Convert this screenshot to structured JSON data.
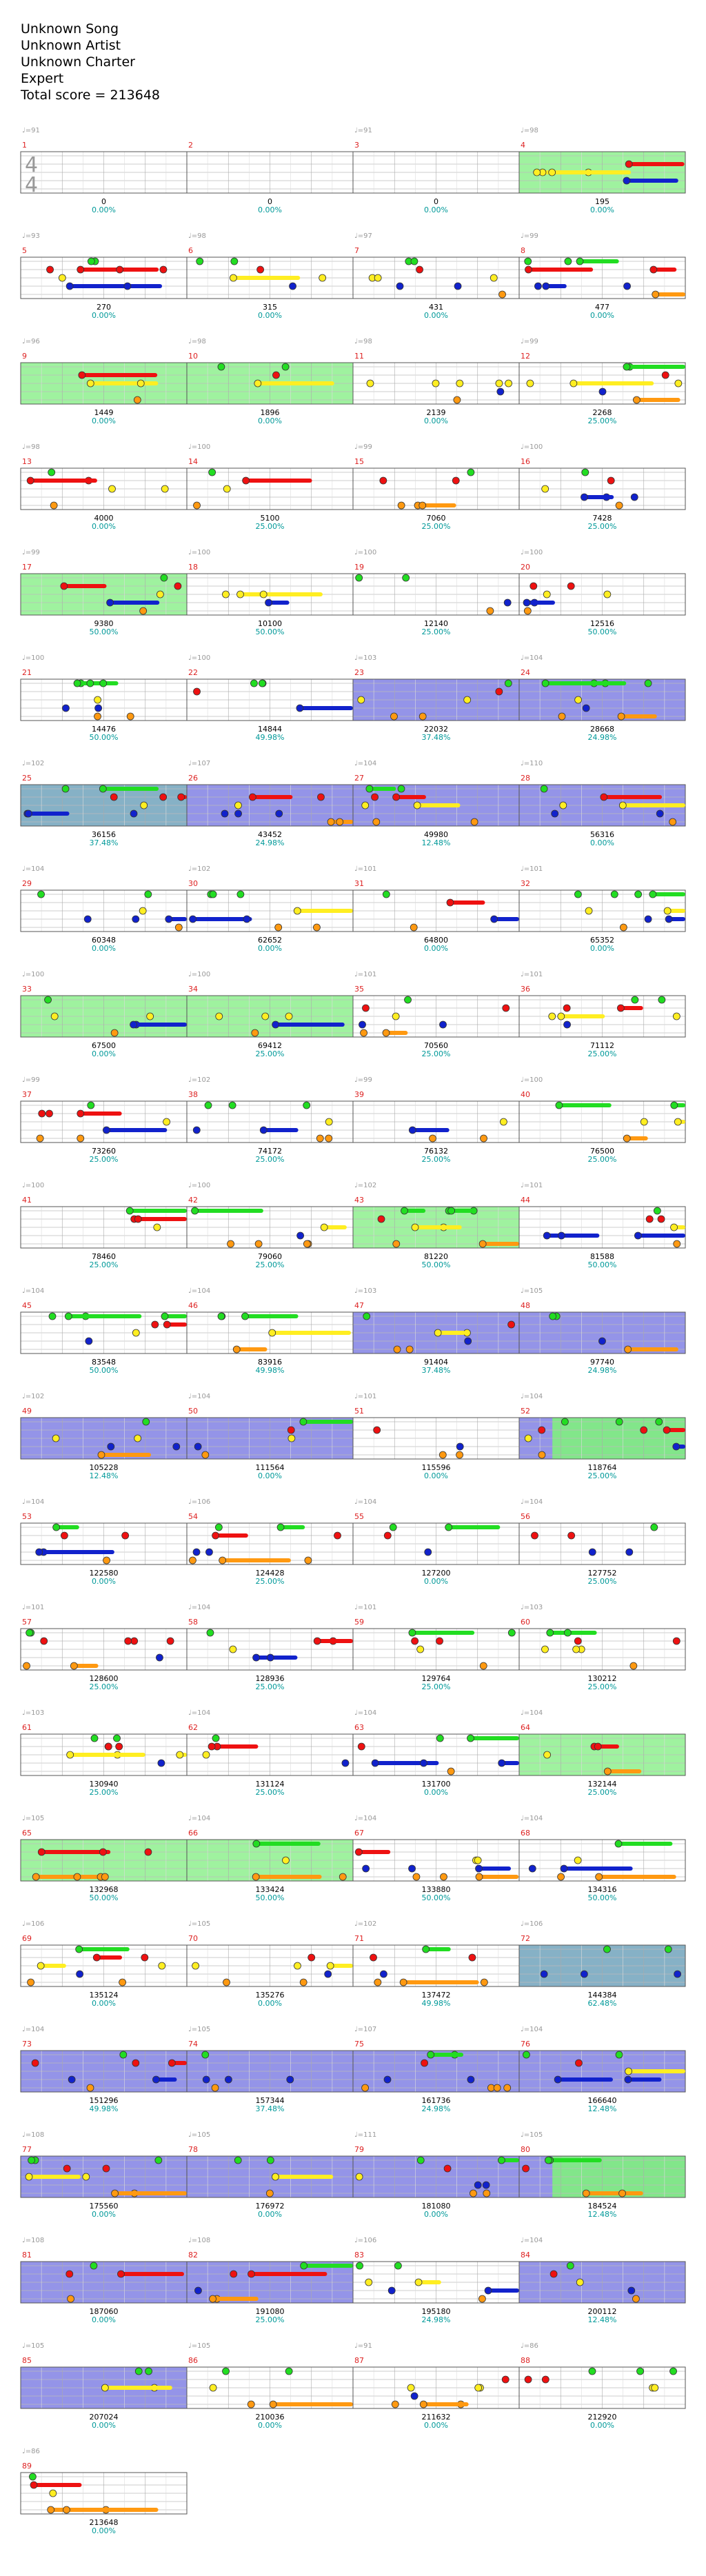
{
  "song": {
    "title": "Unknown Song",
    "artist": "Unknown Artist",
    "charter": "Unknown Charter",
    "difficulty": "Expert",
    "total_score": "Total score = 213648"
  },
  "time_signature": {
    "top": "4",
    "bottom": "4"
  },
  "colors": {
    "green": "#22dd22",
    "red": "#ee1111",
    "yellow": "#ffee22",
    "blue": "#1122cc",
    "orange": "#ff9911",
    "star_power": "#7fee7f",
    "solo": "#7070e0",
    "unison": "#5d97b3",
    "measure_label": "#dd2222",
    "score": "#000000",
    "percent": "#009999",
    "tempo": "#999999"
  },
  "measures": [
    {
      "n": "1",
      "score": "0",
      "pct": "0.00%",
      "tempo": "♩=91",
      "section": ""
    },
    {
      "n": "2",
      "score": "0",
      "pct": "0.00%",
      "tempo": "",
      "section": ""
    },
    {
      "n": "3",
      "score": "0",
      "pct": "0.00%",
      "tempo": "♩=91",
      "section": ""
    },
    {
      "n": "4",
      "score": "195",
      "pct": "0.00%",
      "tempo": "♩=98",
      "section": "star"
    },
    {
      "n": "5",
      "score": "270",
      "pct": "0.00%",
      "tempo": "♩=93",
      "section": ""
    },
    {
      "n": "6",
      "score": "315",
      "pct": "0.00%",
      "tempo": "♩=98",
      "section": ""
    },
    {
      "n": "7",
      "score": "431",
      "pct": "0.00%",
      "tempo": "♩=97",
      "section": ""
    },
    {
      "n": "8",
      "score": "477",
      "pct": "0.00%",
      "tempo": "♩=99",
      "section": ""
    },
    {
      "n": "9",
      "score": "1449",
      "pct": "0.00%",
      "tempo": "♩=96",
      "section": "star"
    },
    {
      "n": "10",
      "score": "1896",
      "pct": "0.00%",
      "tempo": "♩=98",
      "section": "star"
    },
    {
      "n": "11",
      "score": "2139",
      "pct": "0.00%",
      "tempo": "♩=98",
      "section": ""
    },
    {
      "n": "12",
      "score": "2268",
      "pct": "25.00%",
      "tempo": "♩=99",
      "section": ""
    },
    {
      "n": "13",
      "score": "4000",
      "pct": "0.00%",
      "tempo": "♩=98",
      "section": ""
    },
    {
      "n": "14",
      "score": "5100",
      "pct": "25.00%",
      "tempo": "♩=100",
      "section": ""
    },
    {
      "n": "15",
      "score": "7060",
      "pct": "25.00%",
      "tempo": "♩=99",
      "section": ""
    },
    {
      "n": "16",
      "score": "7428",
      "pct": "25.00%",
      "tempo": "♩=100",
      "section": ""
    },
    {
      "n": "17",
      "score": "9380",
      "pct": "50.00%",
      "tempo": "♩=99",
      "section": "star"
    },
    {
      "n": "18",
      "score": "10100",
      "pct": "50.00%",
      "tempo": "♩=100",
      "section": ""
    },
    {
      "n": "19",
      "score": "12140",
      "pct": "25.00%",
      "tempo": "♩=100",
      "section": ""
    },
    {
      "n": "20",
      "score": "12516",
      "pct": "50.00%",
      "tempo": "♩=100",
      "section": ""
    },
    {
      "n": "21",
      "score": "14476",
      "pct": "50.00%",
      "tempo": "♩=100",
      "section": ""
    },
    {
      "n": "22",
      "score": "14844",
      "pct": "49.98%",
      "tempo": "♩=100",
      "section": ""
    },
    {
      "n": "23",
      "score": "22032",
      "pct": "37.48%",
      "tempo": "♩=103",
      "section": "solo"
    },
    {
      "n": "24",
      "score": "28668",
      "pct": "24.98%",
      "tempo": "♩=104",
      "section": "solo"
    },
    {
      "n": "25",
      "score": "36156",
      "pct": "37.48%",
      "tempo": "♩=102",
      "section": "unison"
    },
    {
      "n": "26",
      "score": "43452",
      "pct": "24.98%",
      "tempo": "♩=107",
      "section": "solo"
    },
    {
      "n": "27",
      "score": "49980",
      "pct": "12.48%",
      "tempo": "♩=104",
      "section": "solo"
    },
    {
      "n": "28",
      "score": "56316",
      "pct": "0.00%",
      "tempo": "♩=110",
      "section": "solo"
    },
    {
      "n": "29",
      "score": "60348",
      "pct": "0.00%",
      "tempo": "♩=104",
      "section": ""
    },
    {
      "n": "30",
      "score": "62652",
      "pct": "0.00%",
      "tempo": "♩=102",
      "section": ""
    },
    {
      "n": "31",
      "score": "64800",
      "pct": "0.00%",
      "tempo": "♩=101",
      "section": ""
    },
    {
      "n": "32",
      "score": "65352",
      "pct": "0.00%",
      "tempo": "♩=101",
      "section": ""
    },
    {
      "n": "33",
      "score": "67500",
      "pct": "0.00%",
      "tempo": "♩=100",
      "section": "star"
    },
    {
      "n": "34",
      "score": "69412",
      "pct": "25.00%",
      "tempo": "♩=100",
      "section": "star"
    },
    {
      "n": "35",
      "score": "70560",
      "pct": "25.00%",
      "tempo": "♩=101",
      "section": ""
    },
    {
      "n": "36",
      "score": "71112",
      "pct": "25.00%",
      "tempo": "♩=101",
      "section": ""
    },
    {
      "n": "37",
      "score": "73260",
      "pct": "25.00%",
      "tempo": "♩=99",
      "section": ""
    },
    {
      "n": "38",
      "score": "74172",
      "pct": "25.00%",
      "tempo": "♩=102",
      "section": ""
    },
    {
      "n": "39",
      "score": "76132",
      "pct": "25.00%",
      "tempo": "♩=99",
      "section": ""
    },
    {
      "n": "40",
      "score": "76500",
      "pct": "25.00%",
      "tempo": "♩=100",
      "section": ""
    },
    {
      "n": "41",
      "score": "78460",
      "pct": "25.00%",
      "tempo": "♩=100",
      "section": ""
    },
    {
      "n": "42",
      "score": "79060",
      "pct": "25.00%",
      "tempo": "♩=100",
      "section": ""
    },
    {
      "n": "43",
      "score": "81220",
      "pct": "50.00%",
      "tempo": "♩=102",
      "section": "star"
    },
    {
      "n": "44",
      "score": "81588",
      "pct": "50.00%",
      "tempo": "♩=101",
      "section": ""
    },
    {
      "n": "45",
      "score": "83548",
      "pct": "50.00%",
      "tempo": "♩=104",
      "section": ""
    },
    {
      "n": "46",
      "score": "83916",
      "pct": "49.98%",
      "tempo": "♩=104",
      "section": ""
    },
    {
      "n": "47",
      "score": "91404",
      "pct": "37.48%",
      "tempo": "♩=103",
      "section": "solo"
    },
    {
      "n": "48",
      "score": "97740",
      "pct": "24.98%",
      "tempo": "♩=105",
      "section": "solo"
    },
    {
      "n": "49",
      "score": "105228",
      "pct": "12.48%",
      "tempo": "♩=102",
      "section": "solo"
    },
    {
      "n": "50",
      "score": "111564",
      "pct": "0.00%",
      "tempo": "♩=104",
      "section": "solo"
    },
    {
      "n": "51",
      "score": "115596",
      "pct": "0.00%",
      "tempo": "♩=101",
      "section": ""
    },
    {
      "n": "52",
      "score": "118764",
      "pct": "25.00%",
      "tempo": "♩=104",
      "section": "solo-star"
    },
    {
      "n": "53",
      "score": "122580",
      "pct": "0.00%",
      "tempo": "♩=104",
      "section": ""
    },
    {
      "n": "54",
      "score": "124428",
      "pct": "25.00%",
      "tempo": "♩=106",
      "section": ""
    },
    {
      "n": "55",
      "score": "127200",
      "pct": "0.00%",
      "tempo": "♩=104",
      "section": ""
    },
    {
      "n": "56",
      "score": "127752",
      "pct": "25.00%",
      "tempo": "♩=104",
      "section": ""
    },
    {
      "n": "57",
      "score": "128600",
      "pct": "25.00%",
      "tempo": "♩=101",
      "section": ""
    },
    {
      "n": "58",
      "score": "128936",
      "pct": "25.00%",
      "tempo": "♩=104",
      "section": ""
    },
    {
      "n": "59",
      "score": "129764",
      "pct": "25.00%",
      "tempo": "♩=101",
      "section": ""
    },
    {
      "n": "60",
      "score": "130212",
      "pct": "25.00%",
      "tempo": "♩=103",
      "section": ""
    },
    {
      "n": "61",
      "score": "130940",
      "pct": "25.00%",
      "tempo": "♩=103",
      "section": ""
    },
    {
      "n": "62",
      "score": "131124",
      "pct": "25.00%",
      "tempo": "♩=104",
      "section": ""
    },
    {
      "n": "63",
      "score": "131700",
      "pct": "0.00%",
      "tempo": "♩=104",
      "section": ""
    },
    {
      "n": "64",
      "score": "132144",
      "pct": "25.00%",
      "tempo": "♩=104",
      "section": "star"
    },
    {
      "n": "65",
      "score": "132968",
      "pct": "50.00%",
      "tempo": "♩=105",
      "section": "star"
    },
    {
      "n": "66",
      "score": "133424",
      "pct": "50.00%",
      "tempo": "♩=104",
      "section": "star"
    },
    {
      "n": "67",
      "score": "133880",
      "pct": "50.00%",
      "tempo": "♩=104",
      "section": ""
    },
    {
      "n": "68",
      "score": "134316",
      "pct": "50.00%",
      "tempo": "♩=104",
      "section": ""
    },
    {
      "n": "69",
      "score": "135124",
      "pct": "0.00%",
      "tempo": "♩=106",
      "section": ""
    },
    {
      "n": "70",
      "score": "135276",
      "pct": "0.00%",
      "tempo": "♩=105",
      "section": ""
    },
    {
      "n": "71",
      "score": "137472",
      "pct": "49.98%",
      "tempo": "♩=102",
      "section": ""
    },
    {
      "n": "72",
      "score": "144384",
      "pct": "62.48%",
      "tempo": "♩=106",
      "section": "unison"
    },
    {
      "n": "73",
      "score": "151296",
      "pct": "49.98%",
      "tempo": "♩=104",
      "section": "solo"
    },
    {
      "n": "74",
      "score": "157344",
      "pct": "37.48%",
      "tempo": "♩=105",
      "section": "solo"
    },
    {
      "n": "75",
      "score": "161736",
      "pct": "24.98%",
      "tempo": "♩=107",
      "section": "solo"
    },
    {
      "n": "76",
      "score": "166640",
      "pct": "12.48%",
      "tempo": "♩=104",
      "section": "solo"
    },
    {
      "n": "77",
      "score": "175560",
      "pct": "0.00%",
      "tempo": "♩=108",
      "section": "solo"
    },
    {
      "n": "78",
      "score": "176972",
      "pct": "0.00%",
      "tempo": "♩=105",
      "section": "solo"
    },
    {
      "n": "79",
      "score": "181080",
      "pct": "0.00%",
      "tempo": "♩=111",
      "section": "solo"
    },
    {
      "n": "80",
      "score": "184524",
      "pct": "12.48%",
      "tempo": "♩=105",
      "section": "solo-star"
    },
    {
      "n": "81",
      "score": "187060",
      "pct": "0.00%",
      "tempo": "♩=108",
      "section": "solo"
    },
    {
      "n": "82",
      "score": "191080",
      "pct": "25.00%",
      "tempo": "♩=108",
      "section": "solo"
    },
    {
      "n": "83",
      "score": "195180",
      "pct": "24.98%",
      "tempo": "♩=106",
      "section": ""
    },
    {
      "n": "84",
      "score": "200112",
      "pct": "12.48%",
      "tempo": "♩=104",
      "section": "solo"
    },
    {
      "n": "85",
      "score": "207024",
      "pct": "0.00%",
      "tempo": "♩=105",
      "section": "solo"
    },
    {
      "n": "86",
      "score": "210036",
      "pct": "0.00%",
      "tempo": "♩=105",
      "section": ""
    },
    {
      "n": "87",
      "score": "211632",
      "pct": "0.00%",
      "tempo": "♩=91",
      "section": ""
    },
    {
      "n": "88",
      "score": "212920",
      "pct": "0.00%",
      "tempo": "♩=86",
      "section": ""
    },
    {
      "n": "89",
      "score": "213648",
      "pct": "0.00%",
      "tempo": "♩=86",
      "section": ""
    }
  ]
}
